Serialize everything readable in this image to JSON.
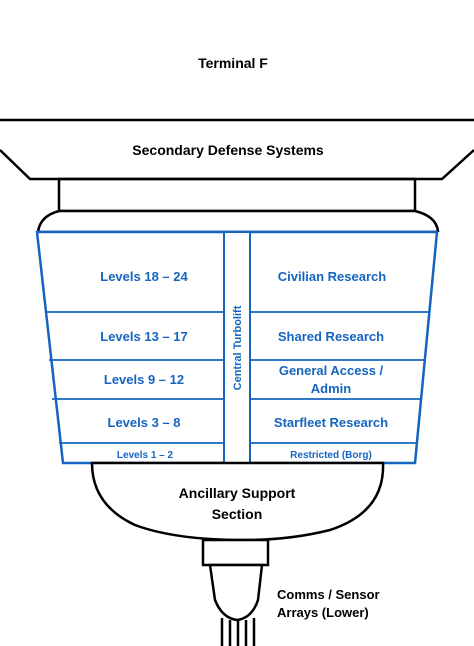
{
  "terminal": {
    "label": "Terminal F"
  },
  "defense": {
    "label": "Secondary Defense Systems"
  },
  "turbolift": {
    "label": "Central Turbolift"
  },
  "levels": [
    {
      "levels": "Levels 18 – 24",
      "use": "Civilian Research"
    },
    {
      "levels": "Levels 13 – 17",
      "use": "Shared Research"
    },
    {
      "levels": "Levels 9 – 12",
      "use_line1": "General Access /",
      "use_line2": "Admin"
    },
    {
      "levels": "Levels 3 – 8",
      "use": "Starfleet Research"
    },
    {
      "levels": "Levels 1 – 2",
      "use": "Restricted (Borg)"
    }
  ],
  "ancillary": {
    "line1": "Ancillary Support",
    "line2": "Section"
  },
  "comms": {
    "line1": "Comms / Sensor",
    "line2": "Arrays (Lower)"
  },
  "colors": {
    "outline": "#000000",
    "accent": "#1565c0",
    "background": "#ffffff"
  }
}
